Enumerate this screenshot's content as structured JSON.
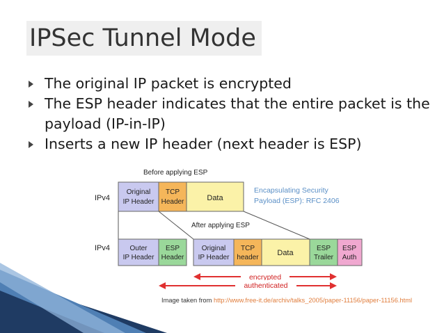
{
  "slide": {
    "title": "IPSec Tunnel Mode",
    "bullets": [
      "The original IP packet is encrypted",
      "The ESP header indicates that the entire packet is the payload (IP-in-IP)",
      "Inserts a new IP header (next header is ESP)"
    ]
  },
  "diagram": {
    "before_label": "Before applying ESP",
    "after_label": "After applying ESP",
    "row_label": "IPv4",
    "esp_note_line1": "Encapsulating Security",
    "esp_note_line2": "Payload (ESP): RFC 2406",
    "before_fields": [
      {
        "line1": "Original",
        "line2": "IP Header"
      },
      {
        "line1": "TCP",
        "line2": "Header"
      },
      {
        "line1": "Data",
        "line2": ""
      }
    ],
    "after_fields": [
      {
        "line1": "Outer",
        "line2": "IP Header"
      },
      {
        "line1": "ESP",
        "line2": "Header"
      },
      {
        "line1": "Original",
        "line2": "IP Header"
      },
      {
        "line1": "TCP",
        "line2": "header"
      },
      {
        "line1": "Data",
        "line2": ""
      },
      {
        "line1": "ESP",
        "line2": "Trailer"
      },
      {
        "line1": "ESP",
        "line2": "Auth"
      }
    ],
    "encrypted_label": "encrypted",
    "authenticated_label": "authenticated"
  },
  "caption": {
    "prefix": "Image taken from ",
    "url": "http://www.free-it.de/archiv/talks_2005/paper-11156/paper-11156.html"
  },
  "colors": {
    "ip_header": "#c9c9ef",
    "tcp_header": "#f5b65a",
    "data": "#fbf2a8",
    "esp": "#9ad89a",
    "esp_auth": "#f0a8d0",
    "arrow_red": "#e03030",
    "note_blue": "#5a8fc6",
    "link": "#e07d3c"
  }
}
